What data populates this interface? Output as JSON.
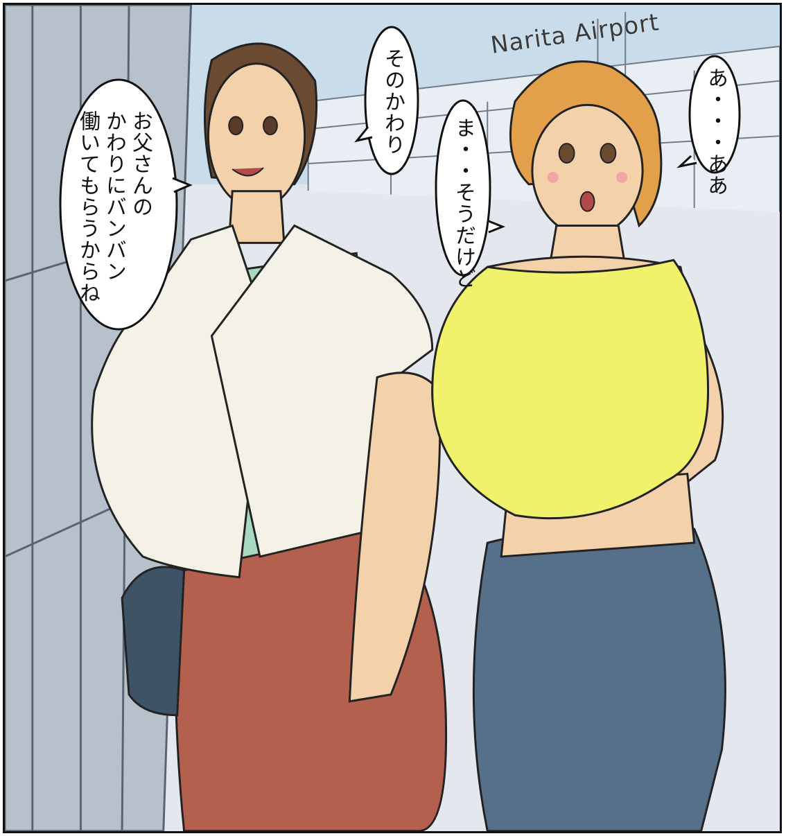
{
  "sign": {
    "text": "Narita Airport"
  },
  "bubbles": [
    {
      "id": "father",
      "lines": "お父さんの\nかわりにバンバン\n働いてもらうからね"
    },
    {
      "id": "sonokawari",
      "lines": "そのかわり"
    },
    {
      "id": "ma",
      "lines": "ま・・そうだけど"
    },
    {
      "id": "aa",
      "lines": "あ・・・ああ"
    }
  ],
  "colors": {
    "sky": "#c9dcea",
    "mother_skirt": "#b4604f",
    "mother_cardigan": "#f4f1e6",
    "mother_shirt": "#a8d8c0",
    "daughter_top": "#eff26a",
    "daughter_shorts": "#57708a",
    "daughter_hair": "#e2a04a",
    "mother_hair": "#6b4a32",
    "skin": "#f3d2ab"
  }
}
